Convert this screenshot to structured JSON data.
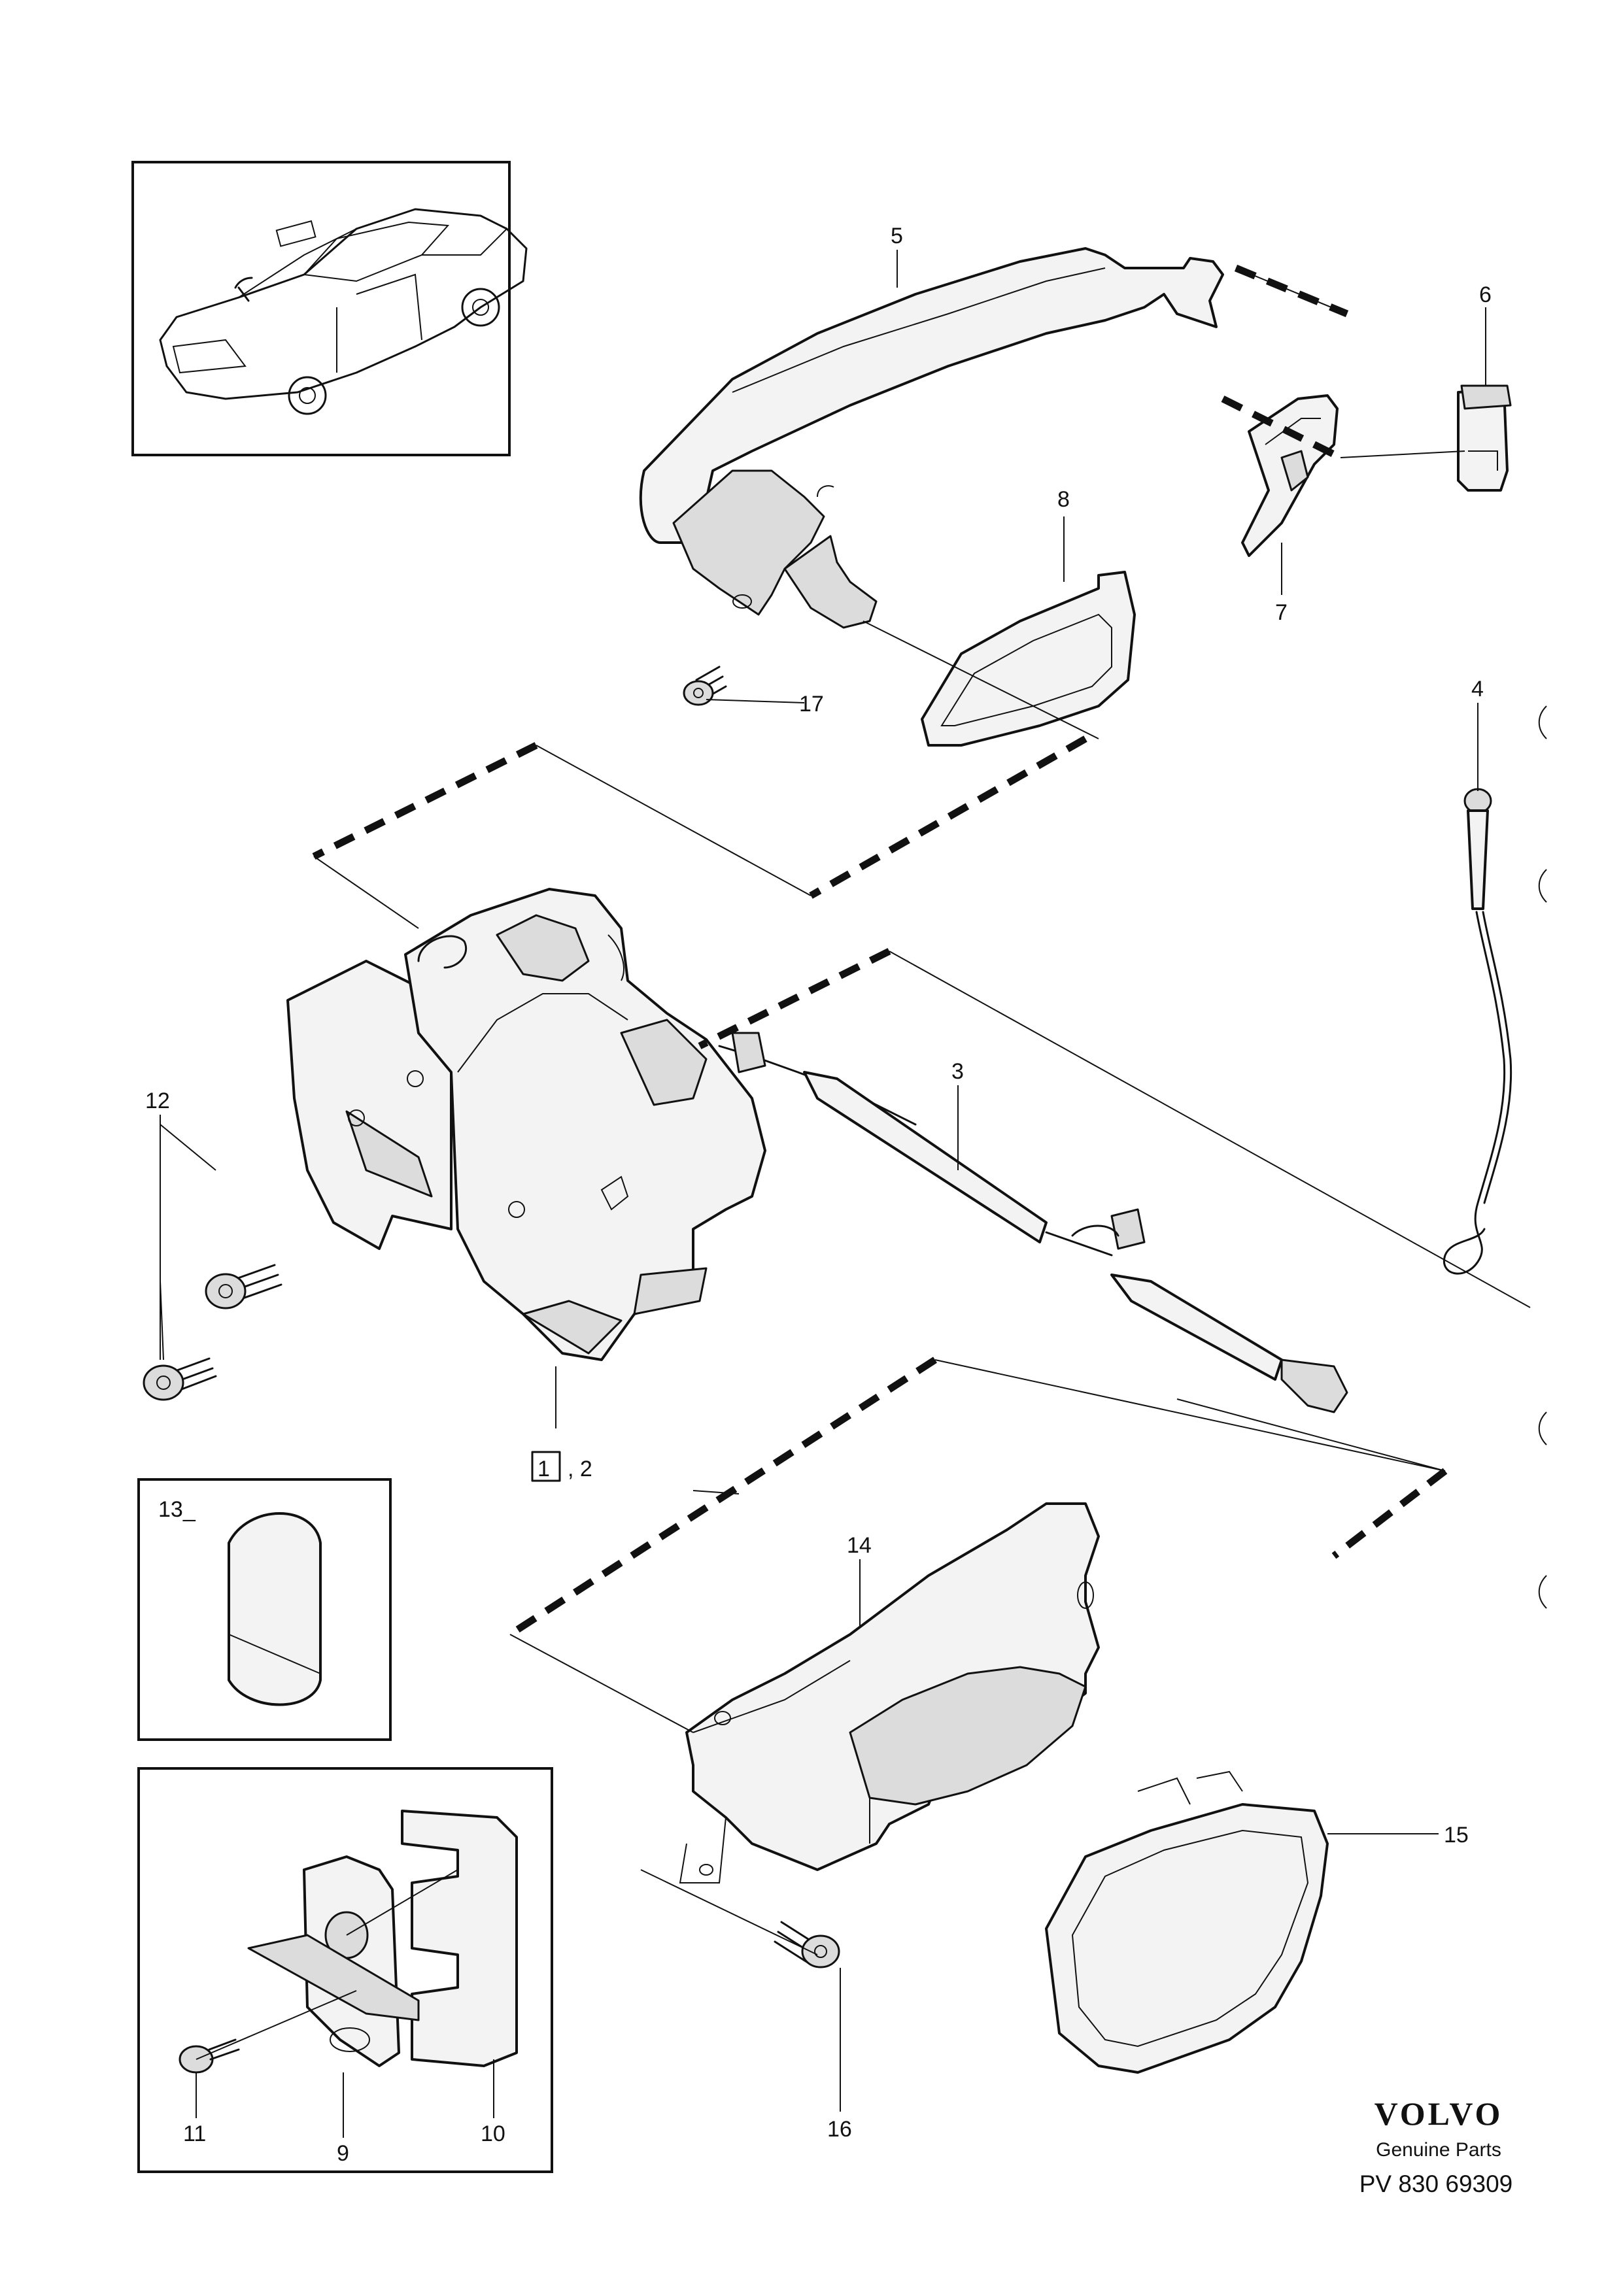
{
  "diagram": {
    "callouts": {
      "c1": "1",
      "c2": ", 2",
      "c3": "3",
      "c4": "4",
      "c5": "5",
      "c6": "6",
      "c7": "7",
      "c8": "8",
      "c9": "9",
      "c10": "10",
      "c11": "11",
      "c12": "12",
      "c13": "13_",
      "c14": "14",
      "c15": "15",
      "c16": "16",
      "c17": "17"
    },
    "brand": {
      "logo": "VOLVO",
      "subtitle": "Genuine Parts",
      "reference": "PV 830 69309"
    }
  }
}
